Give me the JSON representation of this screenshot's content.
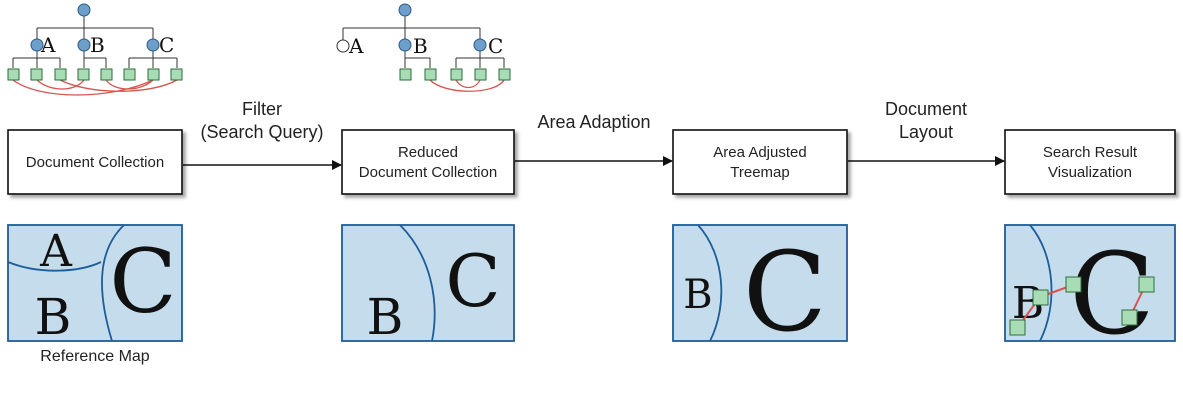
{
  "pipeline": {
    "steps": [
      {
        "lines": [
          "Document Collection"
        ]
      },
      {
        "lines": [
          "Reduced",
          "Document Collection"
        ]
      },
      {
        "lines": [
          "Area Adjusted",
          "Treemap"
        ]
      },
      {
        "lines": [
          "Search Result",
          "Visualization"
        ]
      }
    ],
    "transitions": [
      {
        "lines": [
          "Filter",
          "(Search Query)"
        ]
      },
      {
        "lines": [
          "Area Adaption"
        ]
      },
      {
        "lines": [
          "Document",
          "Layout"
        ]
      }
    ]
  },
  "hierarchy": {
    "full": {
      "groups": [
        "A",
        "B",
        "C"
      ]
    },
    "reduced": {
      "groups": [
        "A",
        "B",
        "C"
      ]
    }
  },
  "maps": {
    "reference": {
      "regions": [
        "A",
        "B",
        "C"
      ],
      "caption": "Reference Map"
    },
    "reduced": {
      "regions": [
        "B",
        "C"
      ]
    },
    "adjusted": {
      "regions": [
        "B",
        "C"
      ]
    },
    "result": {
      "regions": [
        "B",
        "C"
      ]
    }
  },
  "colors": {
    "node_blue": "#6e9fcb",
    "doc_green": "#a8dcb4",
    "map_fill": "#c5dcec",
    "map_border": "#1d5d99",
    "link_red": "#d9534f",
    "box_stroke": "#111111"
  }
}
